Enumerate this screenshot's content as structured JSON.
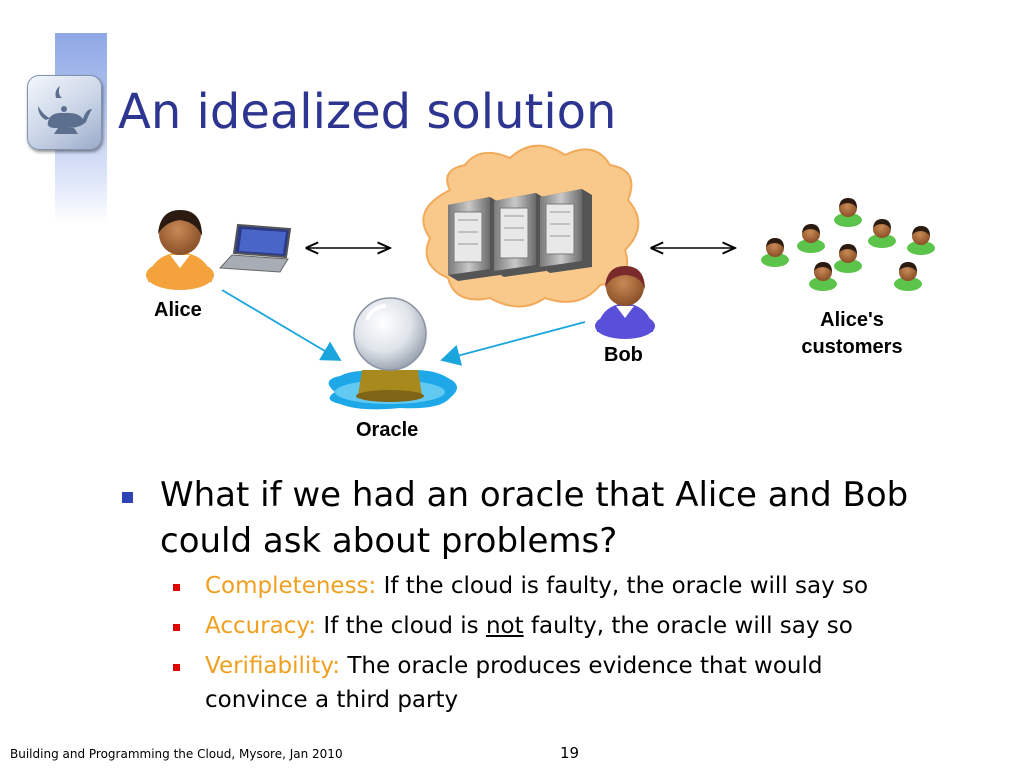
{
  "slide": {
    "title": "An idealized solution",
    "footer": "Building and Programming the Cloud, Mysore, Jan 2010",
    "page_number": "19"
  },
  "diagram": {
    "alice_label": "Alice",
    "bob_label": "Bob",
    "oracle_label": "Oracle",
    "customers_label_line1": "Alice's",
    "customers_label_line2": "customers"
  },
  "bullets": {
    "main": "What if we had an oracle that Alice and Bob could ask about problems?",
    "items": [
      {
        "term": "Completeness:",
        "before": " If the cloud is faulty, the oracle will say so",
        "emph": "",
        "after": ""
      },
      {
        "term": "Accuracy:",
        "before": " If the cloud is ",
        "emph": "not",
        "after": " faulty, the oracle will say so"
      },
      {
        "term": "Verifiability:",
        "before": " The oracle produces evidence that would convince a third party",
        "emph": "",
        "after": ""
      }
    ]
  },
  "colors": {
    "title": "#2e3590",
    "term": "#f0a020",
    "bullet": "#2e44b6",
    "sub_bullet": "#e00000",
    "cloud": "#f9c98c",
    "arrow_blue": "#1aa6dd"
  },
  "icons": [
    "genie-lamp-icon",
    "person-icon",
    "laptop-icon",
    "server-rack-icon",
    "crystal-ball-icon",
    "cloud-icon"
  ]
}
